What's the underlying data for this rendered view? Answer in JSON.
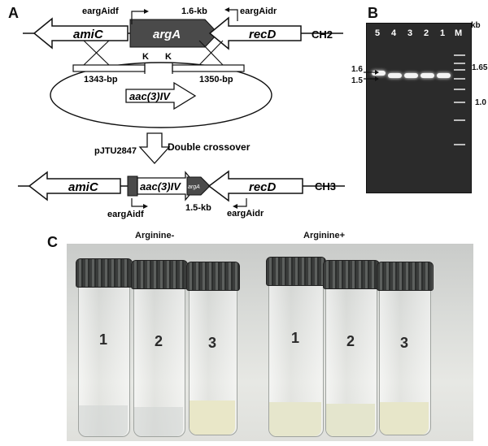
{
  "panels": {
    "a": "A",
    "b": "B",
    "c": "C"
  },
  "panel_a": {
    "top_map": {
      "genes": [
        "amiC",
        "argA",
        "recD"
      ],
      "chromosome": "CH2",
      "size": "1.6-kb",
      "primer_f": "eargAidf",
      "primer_r": "eargAidr",
      "left_arm": "1343-bp",
      "right_arm": "1350-bp",
      "site_left": "K",
      "site_right": "K",
      "cassette": "aac(3)IV",
      "plasmid": "pJTU2847"
    },
    "step": "Double crossover",
    "bottom_map": {
      "genes": [
        "amiC",
        "aac(3)IV",
        "argA",
        "recD"
      ],
      "chromosome": "CH3",
      "size": "1.5-kb",
      "primer_f": "eargAidf",
      "primer_r": "eargAidr"
    }
  },
  "panel_b": {
    "unit": "kb",
    "lanes": [
      "5",
      "4",
      "3",
      "2",
      "1",
      "M"
    ],
    "left_markers": [
      "1.6",
      "1.5"
    ],
    "right_markers": [
      "1.65",
      "1.0"
    ]
  },
  "panel_c": {
    "conditions": [
      "Arginine-",
      "Arginine+"
    ],
    "vials_minus": [
      "1",
      "2",
      "3"
    ],
    "vials_plus": [
      "1",
      "2",
      "3"
    ]
  },
  "colors": {
    "dark_gene": "#4a4a4a",
    "gel": "#2b2b2b",
    "cap": "#3a3c3b"
  }
}
